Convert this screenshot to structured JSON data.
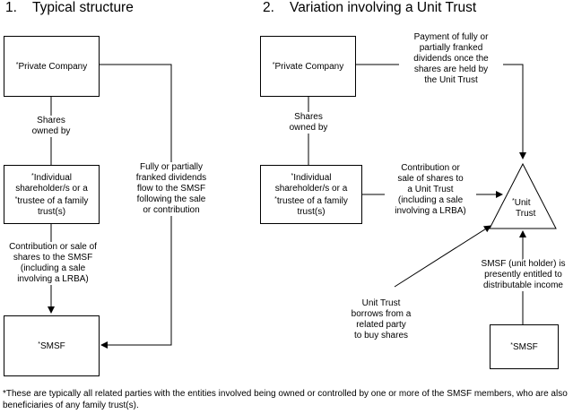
{
  "headings": {
    "left_number": "1.",
    "left_title": "Typical structure",
    "right_number": "2.",
    "right_title": "Variation involving a Unit Trust"
  },
  "left": {
    "private_company": "Private Company",
    "shares_owned_by": [
      "Shares",
      "owned by"
    ],
    "individual": [
      "Individual",
      "shareholder/s or a",
      "trustee of a family",
      "trust(s)"
    ],
    "contribution": [
      "Contribution or sale of",
      "shares to the SMSF",
      "(including a sale",
      "involving a LRBA)"
    ],
    "dividends_flow": [
      "Fully or partially",
      "franked dividends",
      "flow to the SMSF",
      "following the sale",
      "or contribution"
    ],
    "smsf": "SMSF"
  },
  "right": {
    "private_company": "Private Company",
    "payment_dividends": [
      "Payment of fully or",
      "partially franked",
      "dividends once the",
      "shares are held by",
      "the Unit Trust"
    ],
    "shares_owned_by": [
      "Shares",
      "owned by"
    ],
    "individual": [
      "Individual",
      "shareholder/s or a",
      "trustee of a family",
      "trust(s)"
    ],
    "contribution": [
      "Contribution or",
      "sale of shares to",
      "a Unit Trust",
      "(including a sale",
      "involving a LRBA)"
    ],
    "unit_trust": [
      "Unit",
      "Trust"
    ],
    "borrows": [
      "Unit Trust",
      "borrows from a",
      "related party",
      "to buy shares"
    ],
    "smsf_entitled": [
      "SMSF (unit holder) is",
      "presently entitled to",
      "distributable income"
    ],
    "smsf": "SMSF"
  },
  "asterisk": "*",
  "footnote": "*These are typically all related parties with the entities involved being owned or controlled by one or more of the SMSF members, who are also beneficiaries of any family trust(s)."
}
